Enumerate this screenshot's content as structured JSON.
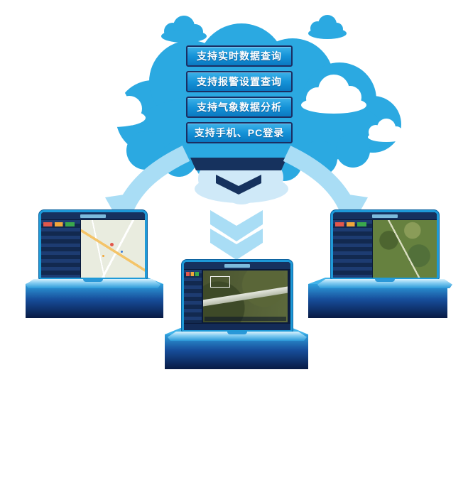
{
  "banners": [
    {
      "label": "支持实时数据查询"
    },
    {
      "label": "支持报警设置查询"
    },
    {
      "label": "支持气象数据分析"
    },
    {
      "label": "支持手机、PC登录"
    }
  ],
  "colors": {
    "cloud_blue": "#2ba9e1",
    "cloud_white": "#ffffff",
    "banner_gradient_top": "#3cb2e9",
    "banner_gradient_bottom": "#0a79c1",
    "banner_border": "#1b2e62",
    "arrow_light_blue": "#a9ddf5",
    "arrow_navy": "#16325e",
    "laptop_frame_blue": "#1e9ad8",
    "screen_navy": "#0d1d40",
    "pedestal_top": "#41b3e9",
    "pedestal_bottom": "#081a44"
  }
}
